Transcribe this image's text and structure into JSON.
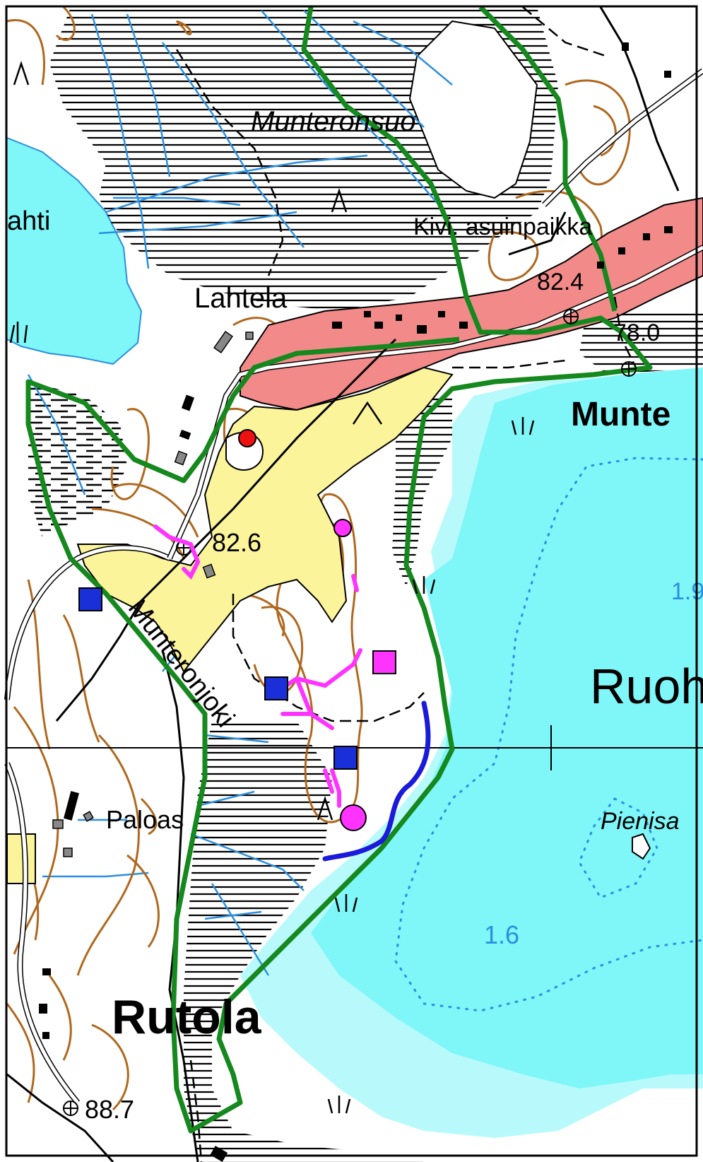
{
  "map": {
    "labels": {
      "munteronsuo": "Munteronsuo",
      "kivi_asuinpaikka": "Kivi. asuinpaikka",
      "lahtela": "Lahtela",
      "lahti_partial": "ahti",
      "elev_824": "82.4",
      "elev_780": "78.0",
      "munte_partial": "Munte",
      "elev_826": "82.6",
      "depth_19_partial": "1.9",
      "munteronjoki": "Munteronjoki",
      "ruoh_partial": "Ruoh",
      "paloas_partial": "Paloas",
      "pienisa_partial": "Pienisa",
      "depth_16": "1.6",
      "rutola": "Rutola",
      "elev_887": "88.7"
    },
    "colors": {
      "water": "#7ff6f8",
      "shallow_water": "#b8fafc",
      "water_line": "#2b8fe0",
      "contour": "#b0681e",
      "boundary": "#15881e",
      "settlement_area": "#f28a8a",
      "field_area": "#fbf49a",
      "marsh": "#000000",
      "site_magenta": "#ff33ff",
      "site_blue": "#1a2fd8",
      "site_red": "#ee1111",
      "stream_blue": "#1a1adb"
    }
  }
}
